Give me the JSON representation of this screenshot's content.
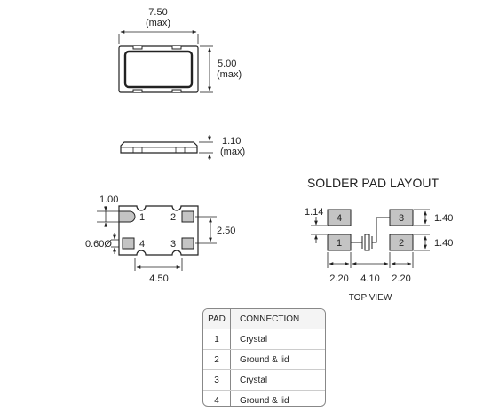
{
  "top_view": {
    "width": "7.50",
    "width_unit": "(max)",
    "height": "5.00",
    "height_unit": "(max)"
  },
  "side_view": {
    "thickness": "1.10",
    "thickness_unit": "(max)"
  },
  "bottom_view": {
    "castellation": "1.00",
    "pad_pitch_v": "2.50",
    "pad_pitch_h": "4.50",
    "hole_dia": "0.60Ø",
    "pads": [
      "1",
      "2",
      "3",
      "4"
    ]
  },
  "solder_layout": {
    "title": "SOLDER PAD LAYOUT",
    "pad_w": "1.14",
    "pad_h_top": "1.40",
    "pad_h_bottom": "1.40",
    "left_w": "2.20",
    "gap": "4.10",
    "right_w": "2.20",
    "caption": "TOP VIEW",
    "pads": [
      "4",
      "3",
      "1",
      "2"
    ]
  },
  "pad_table": {
    "headers": [
      "PAD",
      "CONNECTION"
    ],
    "rows": [
      [
        "1",
        "Crystal"
      ],
      [
        "2",
        "Ground & lid"
      ],
      [
        "3",
        "Crystal"
      ],
      [
        "4",
        "Ground & lid"
      ]
    ]
  },
  "colors": {
    "pad_fill": "#c4c4c4",
    "line": "#222222"
  }
}
